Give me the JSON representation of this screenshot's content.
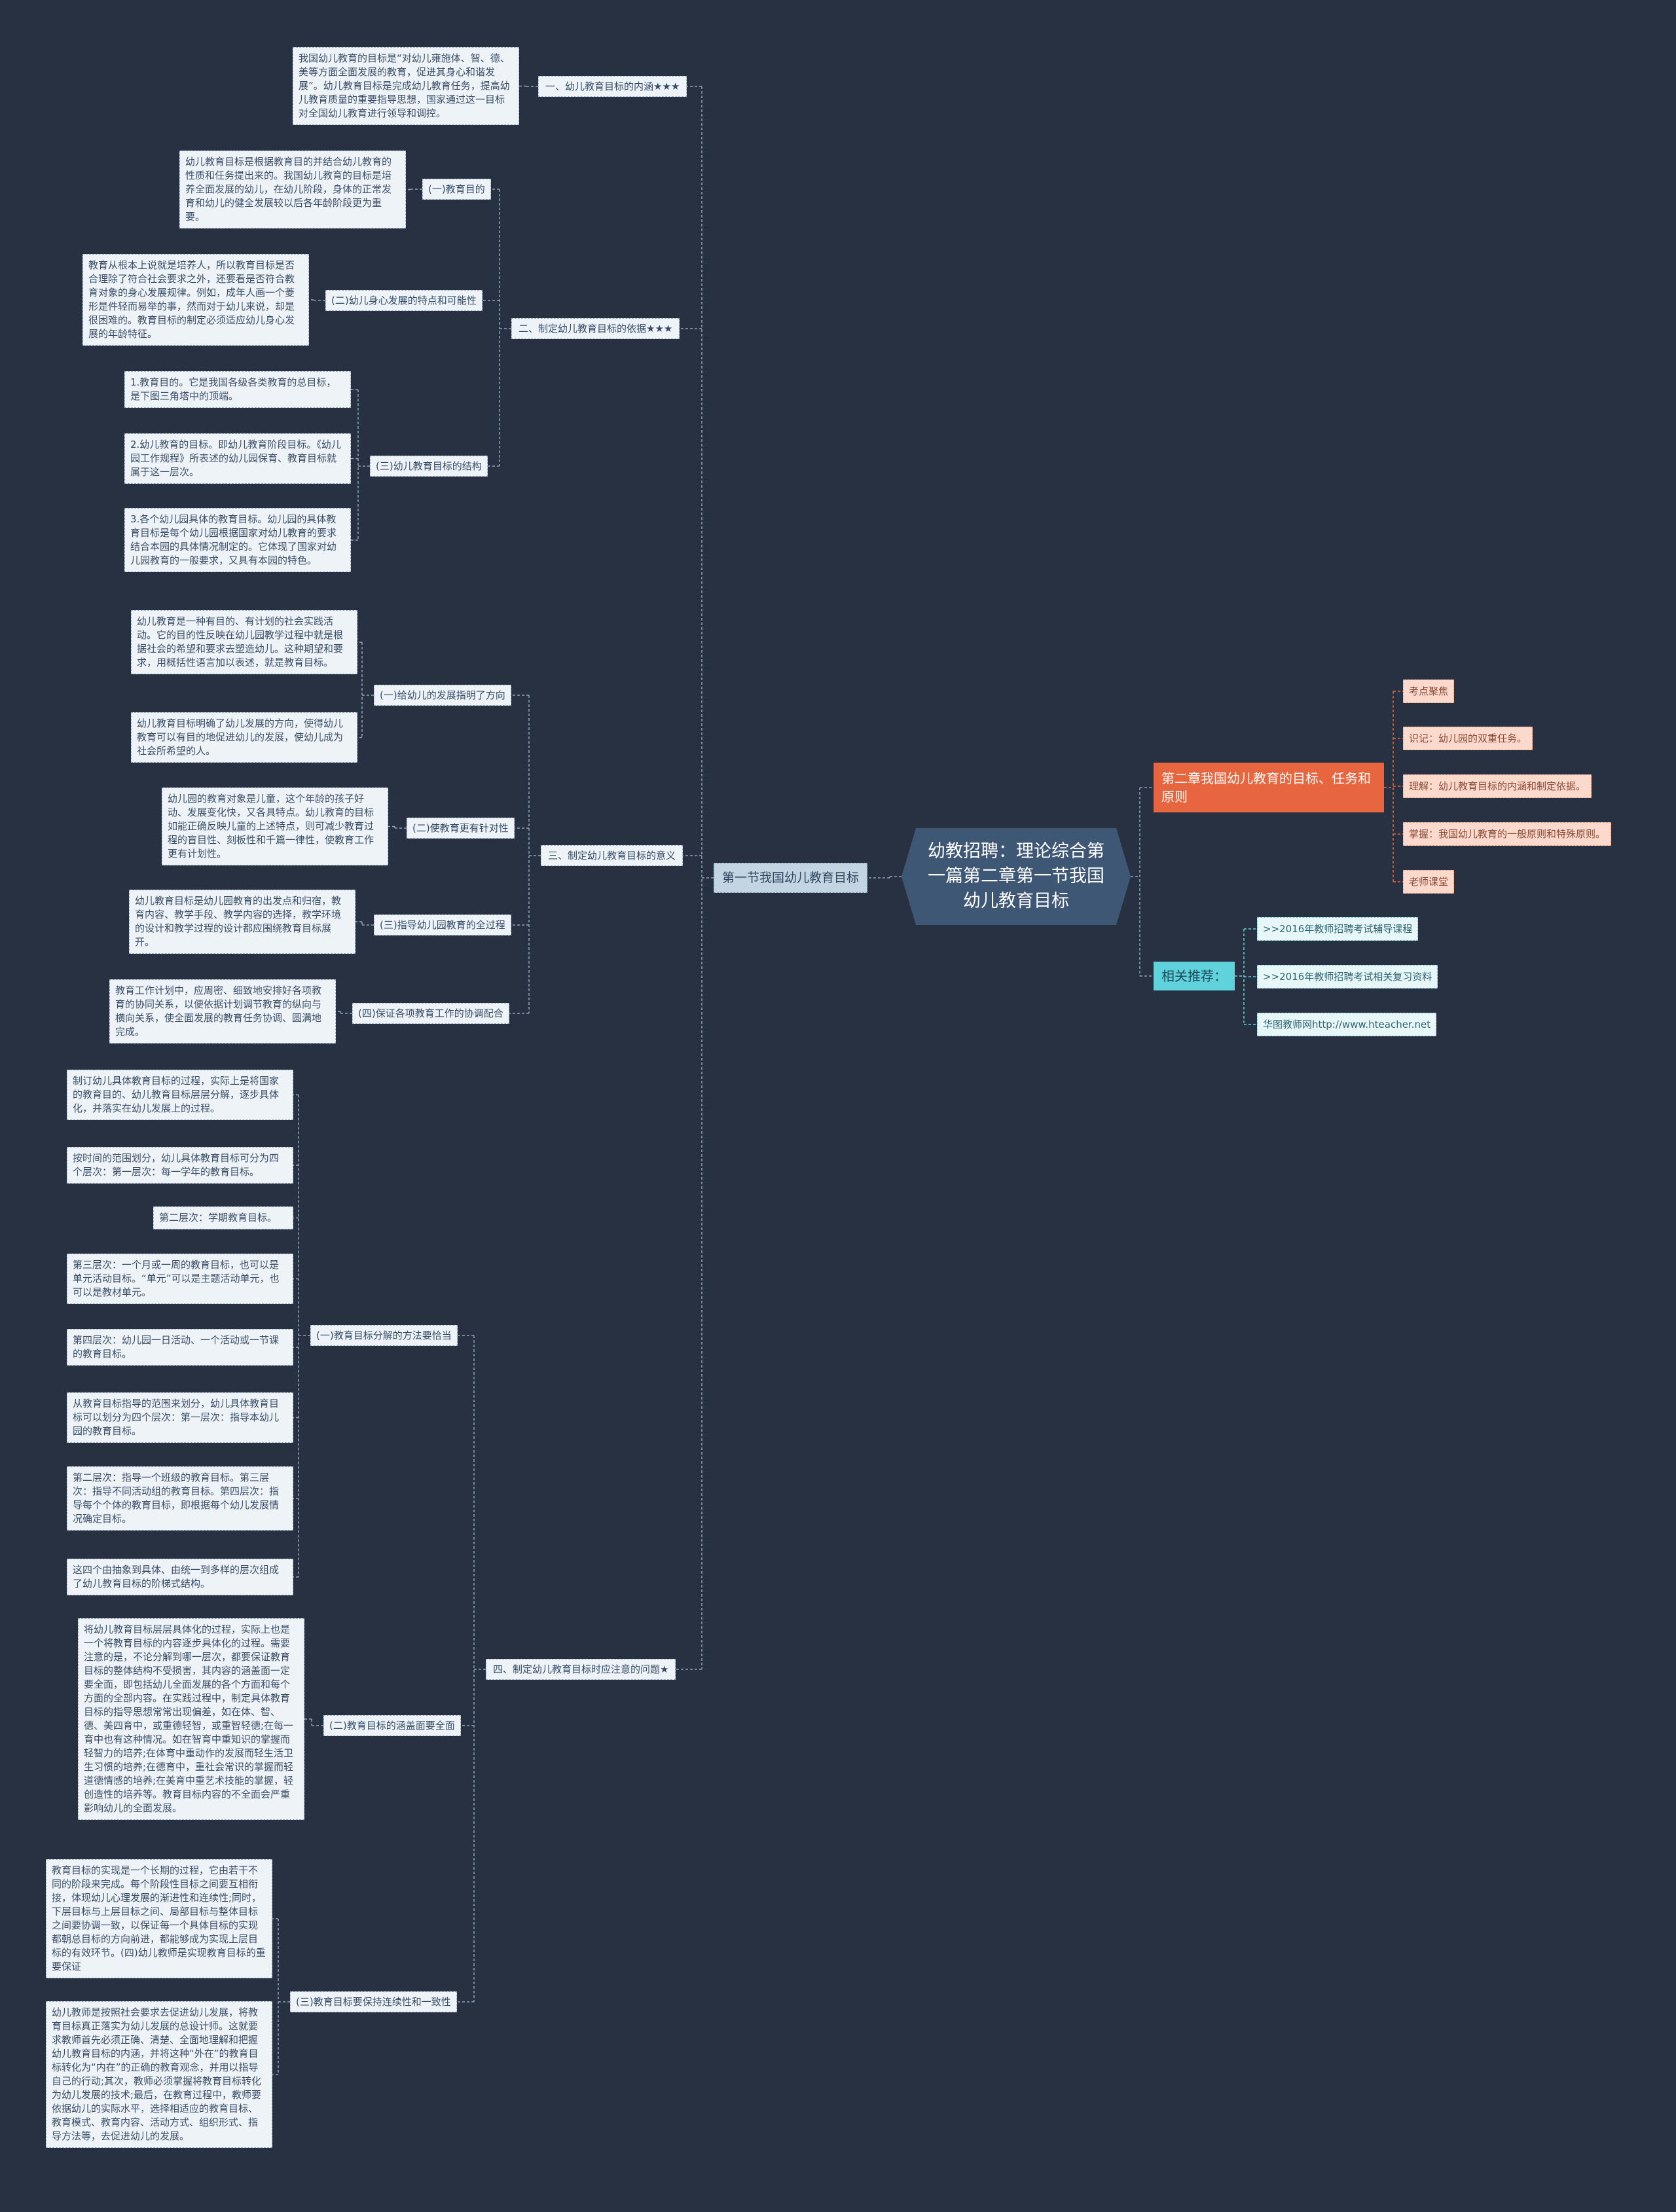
{
  "center": {
    "title": "幼教招聘：理论综合第一篇第二章第一节我国幼儿教育目标"
  },
  "left_main": {
    "label": "第一节我国幼儿教育目标"
  },
  "right": {
    "chapter": {
      "label": "第二章我国幼儿教育的目标、任务和原则",
      "items": [
        "考点聚焦",
        "识记：幼儿园的双重任务。",
        "理解：幼儿教育目标的内涵和制定依据。",
        "掌握：我国幼儿教育的一般原则和特殊原则。",
        "老师课堂"
      ]
    },
    "related": {
      "label": "相关推荐：",
      "items": [
        ">>2016年教师招聘考试辅导课程",
        ">>2016年教师招聘考试相关复习资料",
        "华图教师网http://www.hteacher.net"
      ]
    }
  },
  "sections": {
    "s1": {
      "label": "一、幼儿教育目标的内涵★★★",
      "text": "我国幼儿教育的目标是“对幼儿雍施体、智、德、美等方面全面发展的教育，促进其身心和谐发展”。幼儿教育目标是完成幼儿教育任务，提高幼儿教育质量的重要指导思想，国家通过这一目标对全国幼儿教育进行领导和调控。"
    },
    "s2": {
      "label": "二、制定幼儿教育目标的依据★★★",
      "a": {
        "label": "(一)教育目的",
        "text": "幼儿教育目标是根据教育目的并结合幼儿教育的性质和任务提出来的。我国幼儿教育的目标是培养全面发展的幼儿，在幼儿阶段，身体的正常发育和幼儿的健全发展较以后各年龄阶段更为重要。"
      },
      "b": {
        "label": "(二)幼儿身心发展的特点和可能性",
        "text": "教育从根本上说就是培养人，所以教育目标是否合理除了符合社会要求之外，还要看是否符合教育对象的身心发展规律。例如，成年人画一个菱形是件轻而易举的事，然而对于幼儿来说，却是很困难的。教育目标的制定必须适应幼儿身心发展的年龄特征。"
      },
      "c": {
        "label": "(三)幼儿教育目标的结构",
        "items": [
          "1.教育目的。它是我国各级各类教育的总目标，是下图三角塔中的顶端。",
          "2.幼儿教育的目标。即幼儿教育阶段目标。《幼儿园工作规程》所表述的幼儿园保育、教育目标就属于这一层次。",
          "3.各个幼儿园具体的教育目标。幼儿园的具体教育目标是每个幼儿园根据国家对幼儿教育的要求结合本园的具体情况制定的。它体现了国家对幼儿园教育的一般要求，又具有本园的特色。"
        ]
      }
    },
    "s3": {
      "label": "三、制定幼儿教育目标的意义",
      "a": {
        "label": "(一)给幼儿的发展指明了方向",
        "items": [
          "幼儿教育是一种有目的、有计划的社会实践活动。它的目的性反映在幼儿园教学过程中就是根据社会的希望和要求去塑造幼儿。这种期望和要求，用概括性语言加以表述，就是教育目标。",
          "幼儿教育目标明确了幼儿发展的方向，使得幼儿教育可以有目的地促进幼儿的发展，使幼儿成为社会所希望的人。"
        ]
      },
      "b": {
        "label": "(二)使教育更有针对性",
        "text": "幼儿园的教育对象是儿童，这个年龄的孩子好动、发展变化快，又各具特点。幼儿教育的目标如能正确反映儿童的上述特点，则可减少教育过程的盲目性、刻板性和千篇一律性，使教育工作更有计划性。"
      },
      "c": {
        "label": "(三)指导幼儿园教育的全过程",
        "text": "幼儿教育目标是幼儿园教育的出发点和归宿，教育内容、教学手段、教学内容的选择，教学环境的设计和教学过程的设计都应围绕教育目标展开。"
      },
      "d": {
        "label": "(四)保证各项教育工作的协调配合",
        "text": "教育工作计划中，应周密、细致地安排好各项教育的协同关系，以便依据计划调节教育的纵向与横向关系，使全面发展的教育任务协调、圆满地完成。"
      }
    },
    "s4": {
      "label": "四、制定幼儿教育目标时应注意的问题★",
      "a": {
        "label": "(一)教育目标分解的方法要恰当",
        "items": [
          "制订幼儿具体教育目标的过程，实际上是将国家的教育目的、幼儿教育目标层层分解，逐步具体化，并落实在幼儿发展上的过程。",
          "按时间的范围划分，幼儿具体教育目标可分为四个层次：第一层次：每一学年的教育目标。",
          "第二层次：学期教育目标。",
          "第三层次：一个月或一周的教育目标，也可以是单元活动目标。“单元”可以是主题活动单元，也可以是教材单元。",
          "第四层次：幼儿园一日活动、一个活动或一节课的教育目标。",
          "从教育目标指导的范围来划分，幼儿具体教育目标可以划分为四个层次：第一层次：指导本幼儿园的教育目标。",
          "第二层次：指导一个班级的教育目标。第三层次：指导不同活动组的教育目标。第四层次：指导每个个体的教育目标，即根据每个幼儿发展情况确定目标。",
          "这四个由抽象到具体、由统一到多样的层次组成了幼儿教育目标的阶梯式结构。"
        ]
      },
      "b": {
        "label": "(二)教育目标的涵盖面要全面",
        "text": "将幼儿教育目标层层具体化的过程，实际上也是一个将教育目标的内容逐步具体化的过程。需要注意的是，不论分解到哪一层次，都要保证教育目标的整体结构不受损害，其内容的涵盖面一定要全面，即包括幼儿全面发展的各个方面和每个方面的全部内容。在实践过程中，制定具体教育目标的指导思想常常出现偏差，如在体、智、德、美四育中，或重德轻智，或重智轻德;在每一育中也有这种情况。如在智育中重知识的掌握而轻智力的培养;在体育中重动作的发展而轻生活卫生习惯的培养;在德育中，重社会常识的掌握而轻道德情感的培养;在美育中重艺术技能的掌握，轻创造性的培养等。教育目标内容的不全面会严重影响幼儿的全面发展。"
      },
      "c": {
        "label": "(三)教育目标要保持连续性和一致性",
        "items": [
          "教育目标的实现是一个长期的过程，它由若干不同的阶段来完成。每个阶段性目标之间要互相衔接，体现幼儿心理发展的渐进性和连续性;同时，下层目标与上层目标之间、局部目标与整体目标之间要协调一致，以保证每一个具体目标的实现都朝总目标的方向前进，都能够成为实现上层目标的有效环节。(四)幼儿教师是实现教育目标的重要保证",
          "幼儿教师是按照社会要求去促进幼儿发展，将教育目标真正落实为幼儿发展的总设计师。这就要求教师首先必须正确、清楚、全面地理解和把握幼儿教育目标的内涵，并将这种“外在”的教育目标转化为“内在”的正确的教育观念，并用以指导自己的行动;其次，教师必须掌握将教育目标转化为幼儿发展的技术;最后，在教育过程中，教师要依据幼儿的实际水平，选择相适应的教育目标、教育模式、教育内容、活动方式、组织形式、指导方法等，去促进幼儿的发展。"
        ]
      }
    }
  },
  "colors": {
    "background": "#283141",
    "center": "#3e5774",
    "orange": "#e8663f",
    "cyan": "#5fd2dc",
    "line": "#8ea3b8"
  }
}
